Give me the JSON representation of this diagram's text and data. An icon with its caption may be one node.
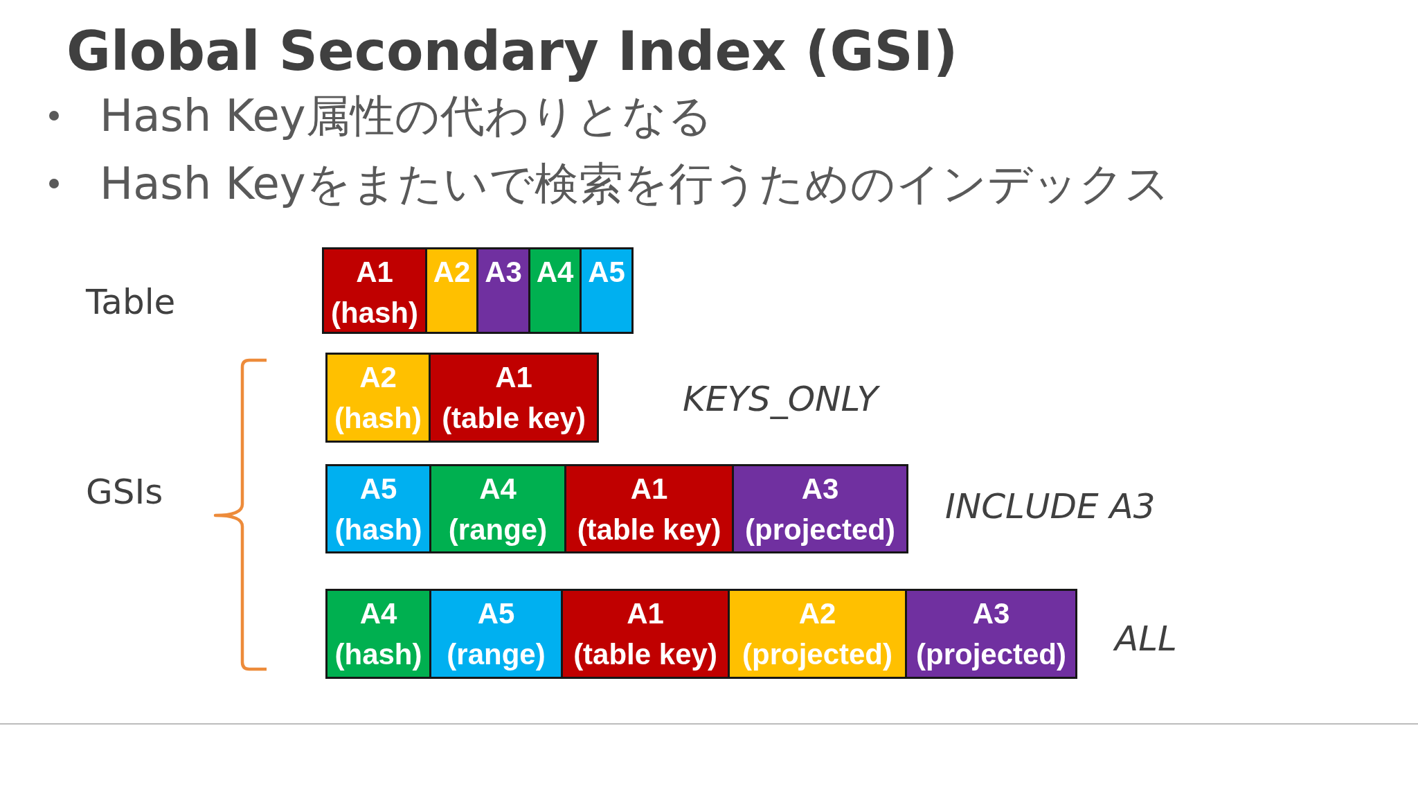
{
  "diagram": {
    "title": "Global Secondary Index (GSI)",
    "nodes": [
      {
        "text": [
          "A1",
          "(hash)"
        ]
      },
      {
        "text": [
          "A2"
        ]
      },
      {
        "text": [
          "A3"
        ]
      },
      {
        "text": [
          "A4"
        ]
      },
      {
        "text": [
          "A5"
        ]
      },
      {
        "text": [
          "A2",
          "(hash)"
        ]
      },
      {
        "text": [
          "A1",
          "(table key)"
        ]
      },
      {
        "text": [
          "A5",
          "(hash)"
        ]
      },
      {
        "text": [
          "A4",
          "(range)"
        ]
      },
      {
        "text": [
          "A1",
          "(table key)"
        ]
      },
      {
        "text": [
          "A3",
          "(projected)"
        ]
      },
      {
        "text": [
          "A4",
          "(hash)"
        ]
      },
      {
        "text": [
          "A5",
          "(range)"
        ]
      },
      {
        "text": [
          "A1",
          "(table key)"
        ]
      },
      {
        "text": [
          "A2",
          "(projected)"
        ]
      },
      {
        "text": [
          "A3",
          "(projected)"
        ]
      }
    ],
    "labels": [
      "Hash Key属性の代わりとなる",
      "Hash Keyをまたいで検索を行うためのインデックス",
      "Table",
      "KEYS_ONLY",
      "GSIs",
      "INCLUDE A3",
      "ALL"
    ]
  }
}
